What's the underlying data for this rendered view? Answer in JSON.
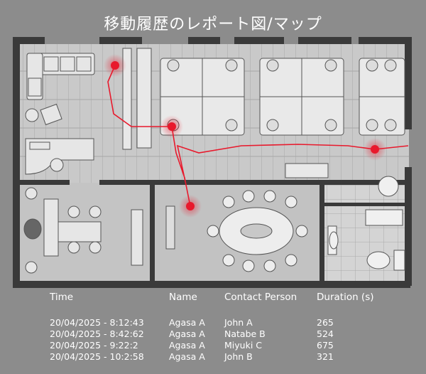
{
  "title": "移動履歴のレポート図/マップ",
  "colors": {
    "background": "#8c8c8c",
    "wall": "#3a3a3a",
    "floor": "#c8c8c8",
    "marker": "#e8192c"
  },
  "table": {
    "headers": [
      "Time",
      "Name",
      "Contact Person",
      "Duration (s)"
    ],
    "rows": [
      [
        "20/04/2025 - 8:12:43",
        "Agasa A",
        "John A",
        "265"
      ],
      [
        "20/04/2025 - 8:42:62",
        "Agasa A",
        "Natabe B",
        "524"
      ],
      [
        "20/04/2025 - 9:22:2",
        "Agasa A",
        "Miyuki C",
        "675"
      ],
      [
        "20/04/2025 - 10:2:58",
        "Agasa A",
        "John B",
        "321"
      ]
    ]
  }
}
